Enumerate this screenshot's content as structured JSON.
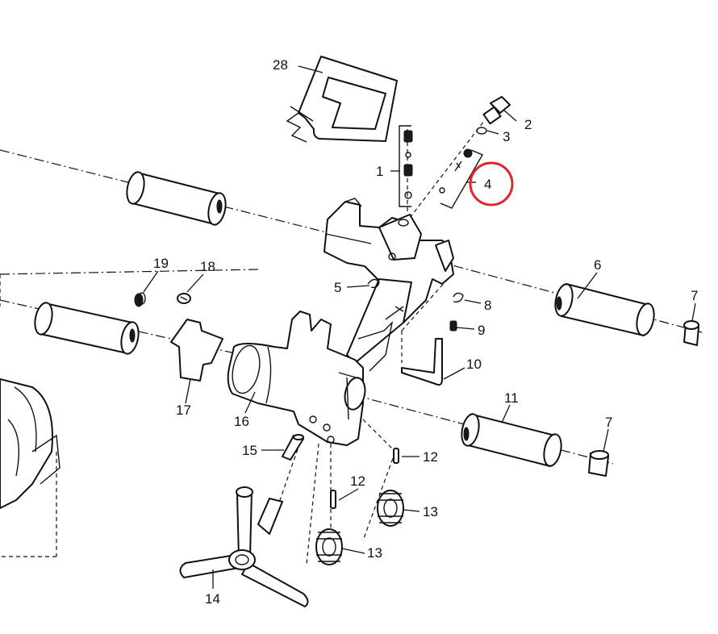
{
  "highlight": {
    "color": "#e3232b"
  },
  "callouts": {
    "c1": "1",
    "c2": "2",
    "c3": "3",
    "c4": "4",
    "c5": "5",
    "c6": "6",
    "c7a": "7",
    "c7b": "7",
    "c8": "8",
    "c9": "9",
    "c10": "10",
    "c11": "11",
    "c12a": "12",
    "c12b": "12",
    "c13a": "13",
    "c13b": "13",
    "c14": "14",
    "c15": "15",
    "c16": "16",
    "c17": "17",
    "c18": "18",
    "c19": "19",
    "c28": "28"
  }
}
